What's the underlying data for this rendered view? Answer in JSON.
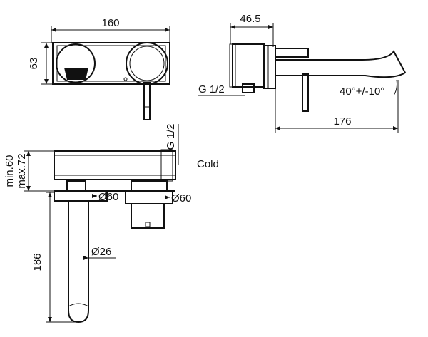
{
  "front_view": {
    "width_label": "160",
    "height_label": "63"
  },
  "side_view": {
    "depth_label": "46.5",
    "thread_label": "G 1/2",
    "angle_label": "40°+/-10°",
    "reach_label": "176"
  },
  "top_view": {
    "thread_label": "G 1/2",
    "cold_label": "Cold",
    "wall_min_label": "min.60",
    "wall_max_label": "max.72",
    "left_diameter_label": "Ø60",
    "right_diameter_label": "Ø60",
    "spout_length_label": "186",
    "spout_diameter_label": "Ø26"
  }
}
